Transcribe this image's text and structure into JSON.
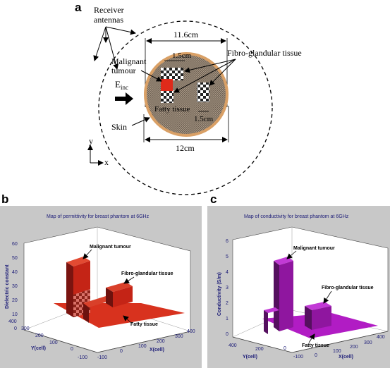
{
  "panel_a": {
    "label": "a",
    "receiver_antennas": [
      "Receiver",
      "antennas"
    ],
    "dim_top": "11.6cm",
    "dim_bottom": "12cm",
    "dim_block_top": "1.5cm",
    "dim_block_right": "1.5cm",
    "malignant": [
      "Malignant",
      "tumour"
    ],
    "fibro": "Fibro-glandular tissue",
    "fatty": "Fatty tissue",
    "skin": "Skin",
    "field_main": "E",
    "field_sub": "inc",
    "axis_y": "y",
    "axis_x": "x"
  },
  "panel_b": {
    "label": "b",
    "title": "Map of permittivity for breast phantom at 6GHz",
    "zlabel": "Dielectric constant",
    "ylabel": "Y(cell)",
    "xlabel": "X(cell)",
    "z_ticks": [
      "0",
      "10",
      "20",
      "30",
      "40",
      "50",
      "60"
    ],
    "y_ticks": [
      "400",
      "300",
      "200",
      "100",
      "0",
      "-100"
    ],
    "x_ticks": [
      "-100",
      "0",
      "100",
      "200",
      "300",
      "400"
    ],
    "ann_malignant": "Malignant tumour",
    "ann_fibro": "Fibro-glandular tissue",
    "ann_fatty": "Fatty tissue"
  },
  "panel_c": {
    "label": "c",
    "title": "Map of conductivity for breast phantom at 6GHz",
    "zlabel": "Conductivity (S/m)",
    "ylabel": "Y(cell)",
    "xlabel": "X(cell)",
    "z_ticks": [
      "0",
      "1",
      "2",
      "3",
      "4",
      "5",
      "6"
    ],
    "y_ticks": [
      "400",
      "200",
      "0"
    ],
    "x_ticks": [
      "-100",
      "0",
      "100",
      "200",
      "300",
      "400"
    ],
    "ann_malignant": "Malignant tumour",
    "ann_fibro": "Fibro-glandular tissue",
    "ann_fatty": "Fatty tissue"
  },
  "colors": {
    "breast_fill": "#8a7b6c",
    "skin": "#d9a066",
    "tumour": "#e02a1a",
    "permittivity_surface": "#d8321e",
    "conductivity_surface": "#b11cc4",
    "plot_bg": "#c8c8c8",
    "axis_box": "#ffffff"
  }
}
